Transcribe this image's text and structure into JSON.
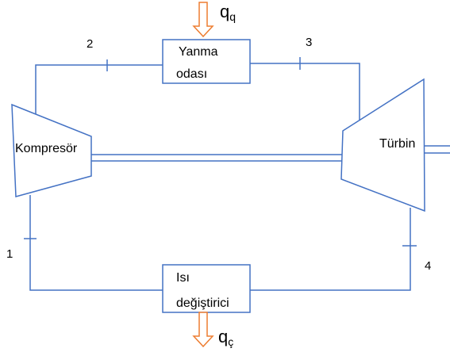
{
  "diagram": {
    "components": {
      "combustion_line1": "Yanma",
      "combustion_line2": "odası",
      "compressor": "Kompresör",
      "turbine": "Türbin",
      "heat_exchanger_line1": "Isı",
      "heat_exchanger_line2": "değiştirici"
    },
    "states": [
      "1",
      "2",
      "3",
      "4"
    ],
    "heat_in": {
      "symbol": "q",
      "subscript": "q"
    },
    "heat_out": {
      "symbol": "q",
      "subscript": "ç"
    },
    "colors": {
      "lines": "#4472C4",
      "heat_arrows": "#ED7D31",
      "text": "#000000"
    }
  }
}
